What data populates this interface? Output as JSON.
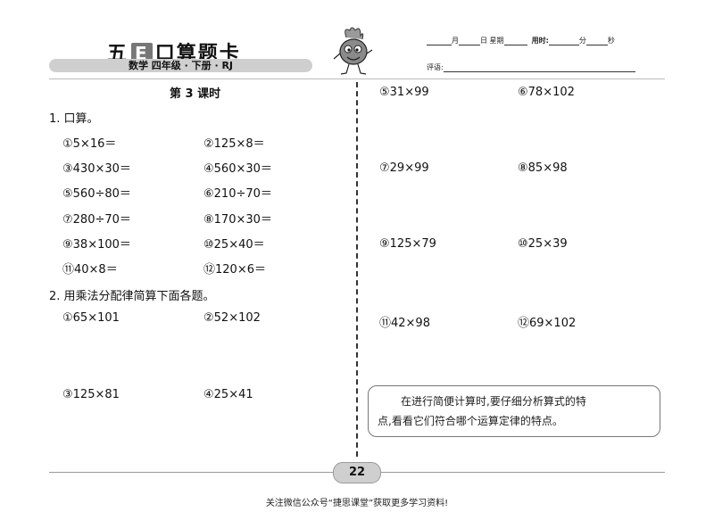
{
  "header": {
    "title_part1": "五",
    "title_e": "E",
    "title_part2": "口算题卡",
    "subject_bar": "数学  四年级 · 下册 · RJ",
    "date_month": "月",
    "date_day": "日",
    "date_week": "星期",
    "time_used": "用时:",
    "time_min": "分",
    "time_sec": "秒",
    "comment_label": "评语:"
  },
  "lesson_title": "第 3 课时",
  "section1": {
    "heading": "1. 口算。",
    "items": [
      "①5×16＝",
      "②125×8＝",
      "③430×30＝",
      "④560×30＝",
      "⑤560÷80＝",
      "⑥210÷70＝",
      "⑦280÷70＝",
      "⑧170×30＝",
      "⑨38×100＝",
      "⑩25×40＝",
      "⑪40×8＝",
      "⑫120×6＝"
    ]
  },
  "section2": {
    "heading": "2. 用乘法分配律简算下面各题。",
    "left_items": [
      "①65×101",
      "②52×102",
      "③125×81",
      "④25×41"
    ],
    "right_items": [
      "⑤31×99",
      "⑥78×102",
      "⑦29×99",
      "⑧85×98",
      "⑨125×79",
      "⑩25×39",
      "⑪42×98",
      "⑫69×102"
    ]
  },
  "tip": {
    "line1": "在进行简便计算时,要仔细分析算式的特",
    "line2": "点,看看它们符合哪个运算定律的特点。"
  },
  "page_number": "22",
  "footer": "关注微信公众号“捷思课堂”获取更多学习资料!"
}
